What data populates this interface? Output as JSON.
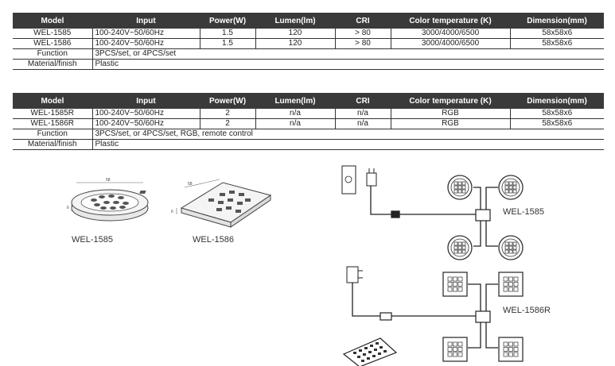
{
  "table1": {
    "headers": [
      "Model",
      "Input",
      "Power(W)",
      "Lumen(lm)",
      "CRI",
      "Color temperature (K)",
      "Dimension(mm)"
    ],
    "rows": [
      [
        "WEL-1585",
        "100-240V~50/60Hz",
        "1.5",
        "120",
        "> 80",
        "3000/4000/6500",
        "58x58x6"
      ],
      [
        "WEL-1586",
        "100-240V~50/60Hz",
        "1.5",
        "120",
        "> 80",
        "3000/4000/6500",
        "58x58x6"
      ]
    ],
    "function_label": "Function",
    "function_value": "3PCS/set, or 4PCS/set",
    "material_label": "Material/finish",
    "material_value": "Plastic"
  },
  "table2": {
    "headers": [
      "Model",
      "Input",
      "Power(W)",
      "Lumen(lm)",
      "CRI",
      "Color temperature (K)",
      "Dimension(mm)"
    ],
    "rows": [
      [
        "WEL-1585R",
        "100-240V~50/60Hz",
        "2",
        "n/a",
        "n/a",
        "RGB",
        "58x58x6"
      ],
      [
        "WEL-1586R",
        "100-240V~50/60Hz",
        "2",
        "n/a",
        "n/a",
        "RGB",
        "58x58x6"
      ]
    ],
    "function_label": "Function",
    "function_value": "3PCS/set, or 4PCS/set, RGB, remote control",
    "material_label": "Material/finish",
    "material_value": "Plastic"
  },
  "products": {
    "round_label": "WEL-1585",
    "square_label": "WEL-1586",
    "dim_width": "58",
    "dim_height": "6"
  },
  "diagrams": {
    "top_label": "WEL-1585",
    "bottom_label": "WEL-1586R"
  },
  "colors": {
    "header_bg": "#3a3a3a",
    "line": "#333333"
  }
}
